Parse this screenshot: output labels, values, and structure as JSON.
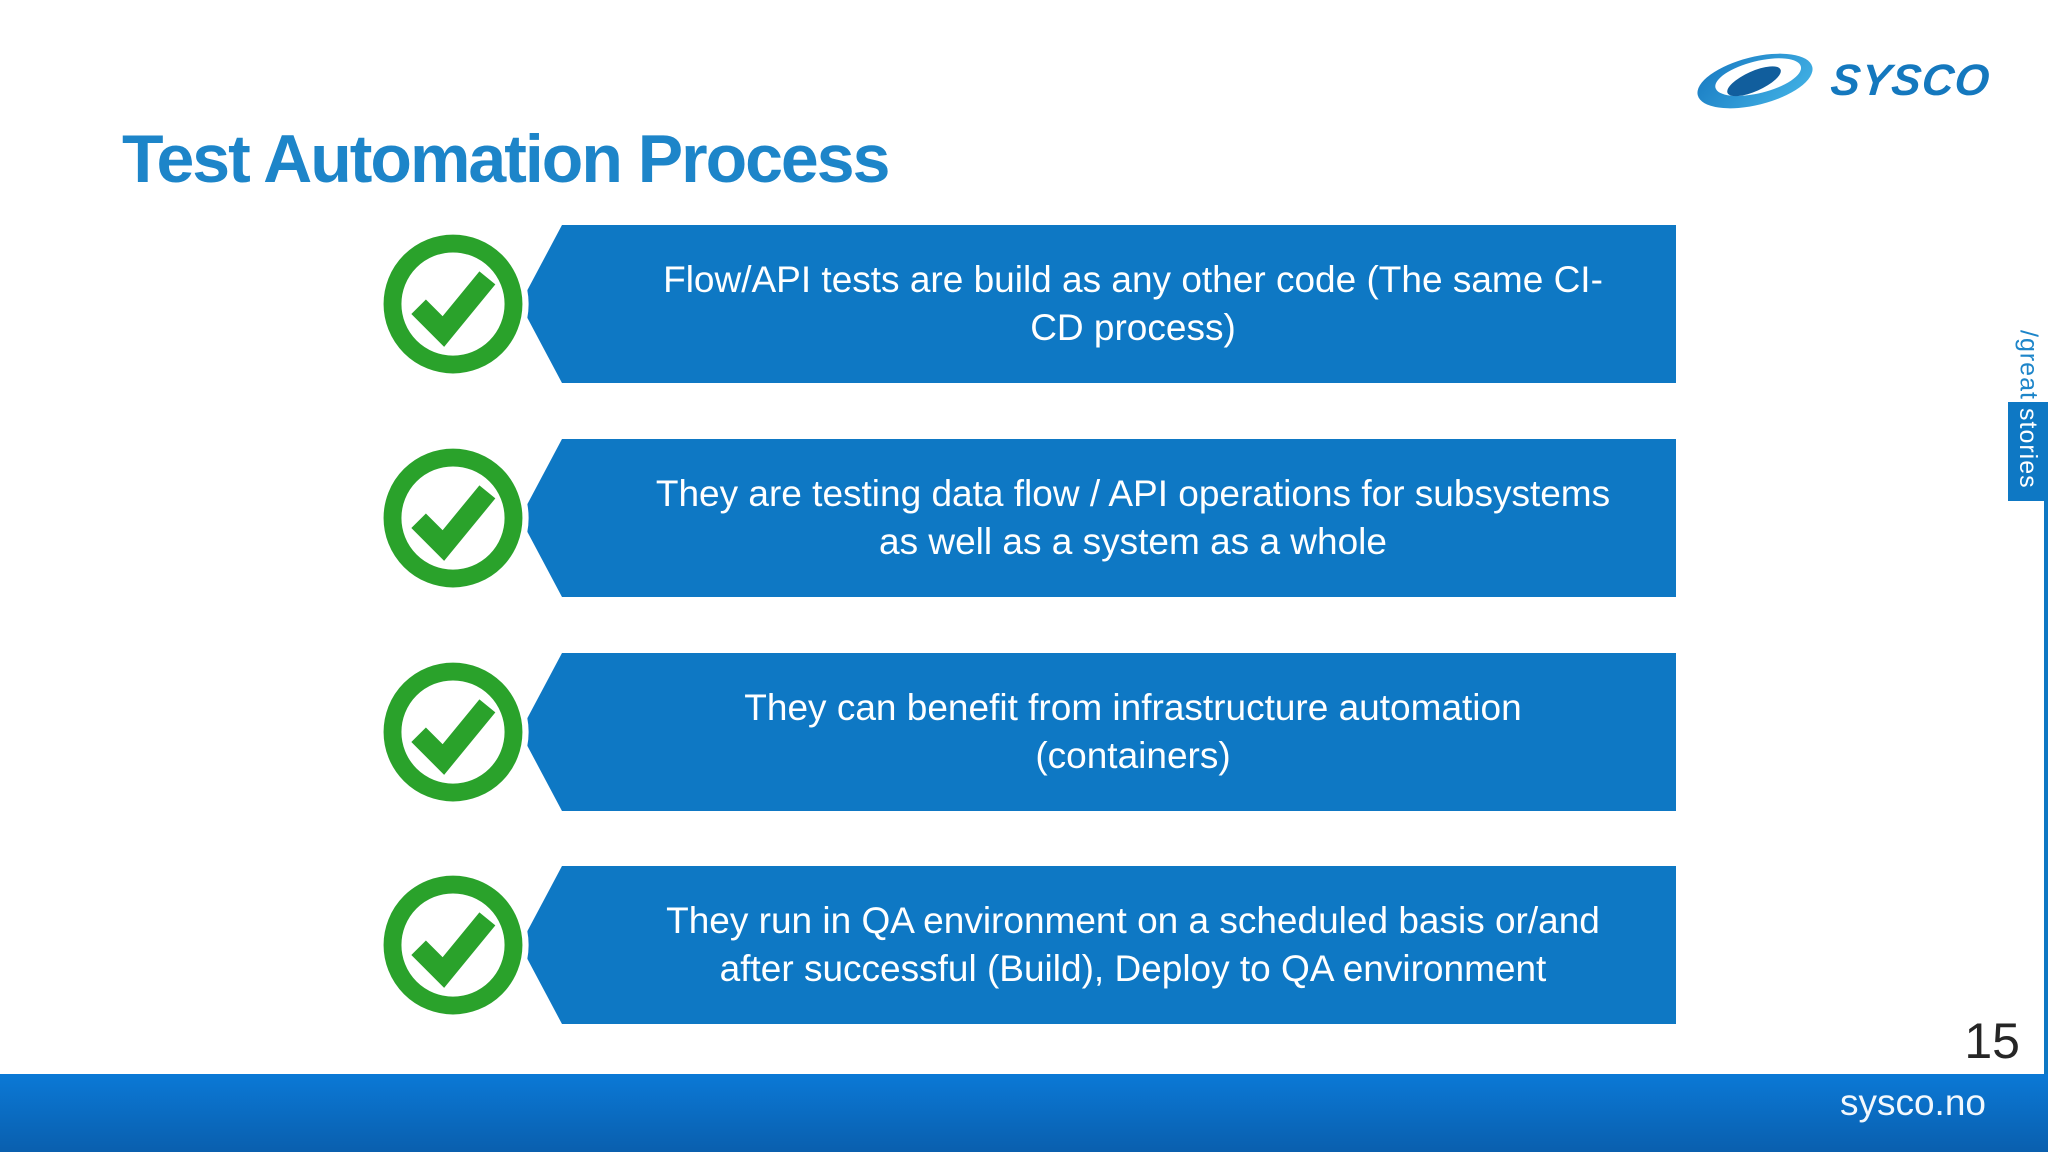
{
  "slide": {
    "title": "Test Automation Process",
    "steps": [
      "Flow/API tests are build as any other code (The same CI-CD process)",
      "They are testing data flow / API operations for subsystems as well as a system as a whole",
      "They can benefit from infrastructure automation (containers)",
      "They run in QA environment on a scheduled basis or/and after successful (Build), Deploy to QA environment"
    ],
    "logo": {
      "brand": "SYSCO"
    },
    "side_tab": {
      "white_part": "/great",
      "blue_part": "stories"
    },
    "page_number": "15",
    "footer": {
      "link": "sysco.no"
    },
    "colors": {
      "banner_blue": "#0e78c4",
      "title_blue": "#1d85c9",
      "check_green": "#2aa22b",
      "footer_gradient_top": "#0b79d6",
      "footer_gradient_bottom": "#0a5fae",
      "logo_blue_dark": "#1b7ec4",
      "logo_blue_light": "#41b0e4",
      "logo_center_navy": "#115e9d",
      "page_number_color": "#262626"
    }
  }
}
